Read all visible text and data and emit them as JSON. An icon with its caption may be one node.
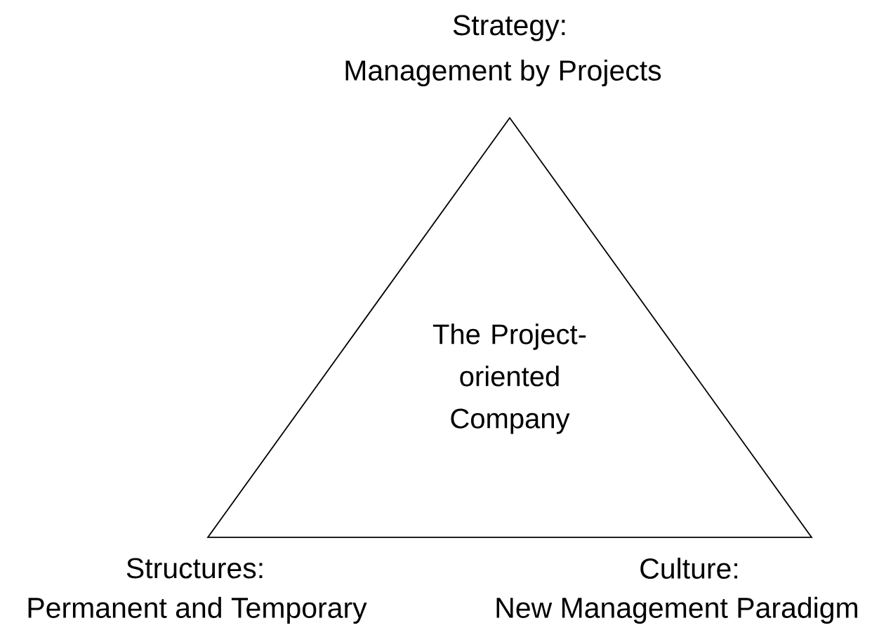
{
  "diagram": {
    "nodes": [
      {
        "text": [
          "The Project-oriented Company"
        ]
      }
    ],
    "edges": [],
    "labels": [
      "Strategy:",
      "Management by Projects",
      "Structures:",
      "Culture:",
      "Permanent and Temporary",
      "New Management Paradigm"
    ]
  }
}
